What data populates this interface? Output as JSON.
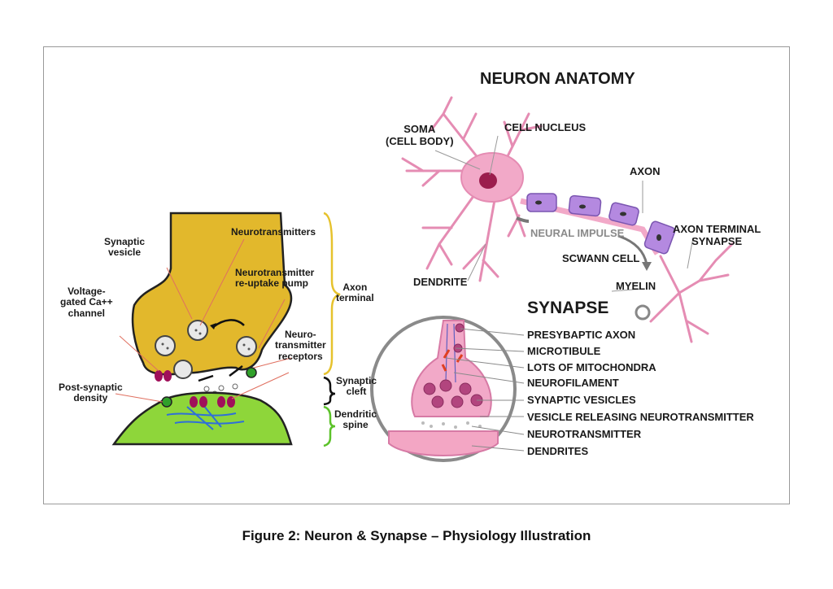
{
  "caption": "Figure 2: Neuron & Synapse – Physiology Illustration",
  "synapse_left": {
    "labels": {
      "synaptic_vesicle": "Synaptic\nvesicle",
      "neurotransmitters": "Neurotransmitters",
      "reuptake_pump": "Neurotransmitter\nre-uptake pump",
      "voltage_gated_channel": "Voltage-\ngated Ca++\nchannel",
      "neurotransmitter_receptors": "Neuro-\ntransmitter\nreceptors",
      "post_synaptic_density": "Post-synaptic\ndensity",
      "axon_terminal": "Axon\nterminal",
      "synaptic_cleft": "Synaptic\ncleft",
      "dendritic_spine": "Dendritic\nspine"
    }
  },
  "neuron_anatomy": {
    "title": "NEURON ANATOMY",
    "labels": {
      "soma": "SOMA\n(CELL BODY)",
      "cell_nucleus": "CELL NUCLEUS",
      "axon": "AXON",
      "axon_terminal_synapse": "AXON TERMINAL\nSYNAPSE",
      "neural_impulse": "NEURAL IMPULSE",
      "schwann_cell": "SCWANN CELL",
      "myelin": "MYELIN",
      "dendrite": "DENDRITE"
    }
  },
  "synapse_detail": {
    "title": "SYNAPSE",
    "labels": [
      "PRESYBAPTIC AXON",
      "MICROTIBULE",
      "LOTS OF MITOCHONDRA",
      "NEUROFILAMENT",
      "SYNAPTIC VESICLES",
      "VESICLE RELEASING NEUROTRANSMITTER",
      "NEUROTRANSMITTER",
      "DENDRITES"
    ]
  },
  "colors": {
    "axon_terminal_fill": "#e2b82c",
    "spine_fill": "#8ed63a",
    "neuron_pink": "#f2a9c8",
    "myelin_purple": "#b489e0",
    "channel_magenta": "#a0105a",
    "pump_green": "#30a02a",
    "brace_yellow": "#e6c22d",
    "brace_green": "#5cc22a"
  }
}
